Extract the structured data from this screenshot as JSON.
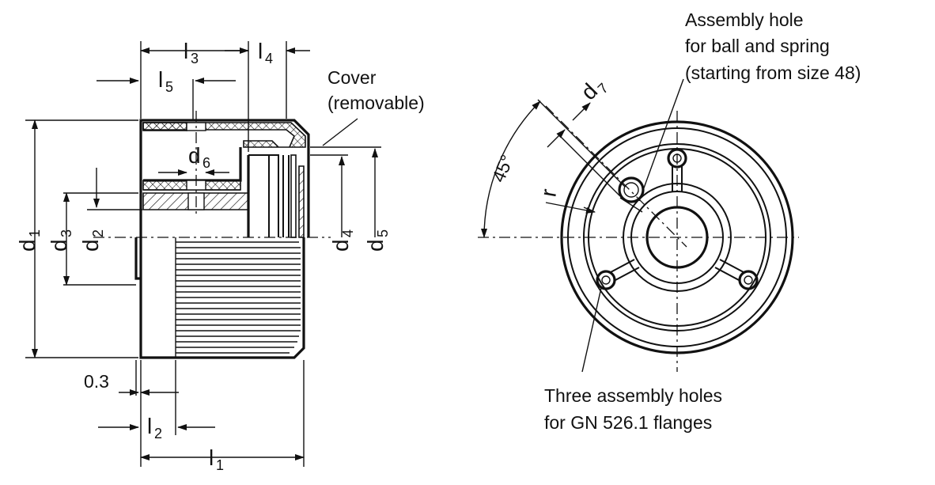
{
  "labels": {
    "l1": "l",
    "l1_sub": "1",
    "l2": "l",
    "l2_sub": "2",
    "l3": "l",
    "l3_sub": "3",
    "l4": "l",
    "l4_sub": "4",
    "l5": "l",
    "l5_sub": "5",
    "d1": "d",
    "d1_sub": "1",
    "d2": "d",
    "d2_sub": "2",
    "d3": "d",
    "d3_sub": "3",
    "d4": "d",
    "d4_sub": "4",
    "d5": "d",
    "d5_sub": "5",
    "d6": "d",
    "d6_sub": "6",
    "d7": "d",
    "d7_sub": "7",
    "gap": "0.3",
    "radius": "r",
    "angle": "45°"
  },
  "notes": {
    "cover_line1": "Cover",
    "cover_line2": "(removable)",
    "assembly_line1": "Assembly hole",
    "assembly_line2": "for ball and spring",
    "assembly_line3": "(starting from size 48)",
    "three_line1": "Three assembly holes",
    "three_line2": "for GN 526.1 flanges"
  }
}
